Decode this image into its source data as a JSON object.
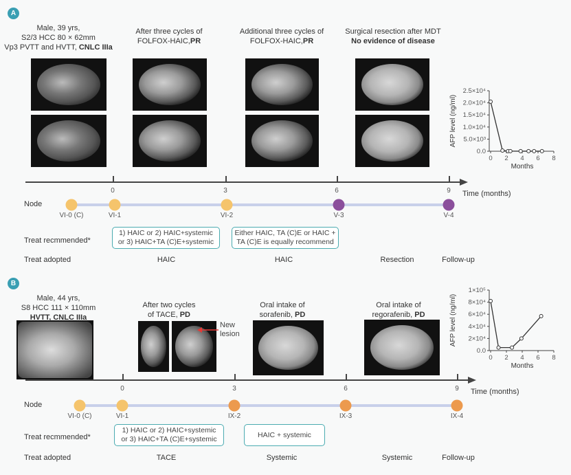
{
  "panel_a": {
    "badge": "A",
    "headers": [
      {
        "lines": [
          "Male, 39 yrs,",
          "S2/3 HCC 80 × 62mm"
        ],
        "last_plain": "Vp3 PVTT and HVTT, ",
        "last_bold": "CNLC IIIa"
      },
      {
        "lines": [
          "After three cycles of"
        ],
        "last_plain": "FOLFOX-HAIC,",
        "last_bold": "PR"
      },
      {
        "lines": [
          "Additional three cycles of"
        ],
        "last_plain": "FOLFOX-HAIC,",
        "last_bold": "PR"
      },
      {
        "lines": [
          "Surgical resection after MDT"
        ],
        "last_plain": "",
        "last_bold": "No evidence of disease"
      }
    ],
    "ticks": [
      "0",
      "3",
      "6",
      "9"
    ],
    "time_label": "Time (months)",
    "node_label": "Node",
    "nodes": [
      {
        "label": "VI-0 (C)",
        "color": "#f5c46c"
      },
      {
        "label": "VI-1",
        "color": "#f5c46c"
      },
      {
        "label": "VI-2",
        "color": "#f5c46c"
      },
      {
        "label": "V-3",
        "color": "#8b4f9c"
      },
      {
        "label": "V-4",
        "color": "#8b4f9c"
      }
    ],
    "recommended_label": "Treat recmmended*",
    "recommended": [
      [
        "1) HAIC or 2) HAIC+systemic",
        "or 3) HAIC+TA (C)E+systemic"
      ],
      [
        "Either HAIC, TA (C)E or HAIC +",
        "TA (C)E is equally recommend"
      ]
    ],
    "adopted_label": "Treat adopted",
    "adopted": [
      "HAIC",
      "HAIC",
      "Resection",
      "Follow-up"
    ]
  },
  "panel_b": {
    "badge": "B",
    "headers": [
      {
        "lines": [
          "Male, 44 yrs,",
          "S8 HCC 111 × 110mm"
        ],
        "last_plain": "",
        "last_bold": "HVTT, CNLC IIIa"
      },
      {
        "lines": [
          "After two cycles"
        ],
        "last_plain": "of TACE, ",
        "last_bold": "PD"
      },
      {
        "lines": [
          "Oral intake of"
        ],
        "last_plain": "sorafenib, ",
        "last_bold": "PD"
      },
      {
        "lines": [
          "Oral intake of"
        ],
        "last_plain": "regorafenib, ",
        "last_bold": "PD"
      }
    ],
    "annotation": [
      "New",
      "lesion"
    ],
    "ticks": [
      "0",
      "3",
      "6",
      "9"
    ],
    "time_label": "Time (months)",
    "node_label": "Node",
    "nodes": [
      {
        "label": "VI-0 (C)",
        "color": "#f5c46c"
      },
      {
        "label": "VI-1",
        "color": "#f5c46c"
      },
      {
        "label": "IX-2",
        "color": "#ec9a4e"
      },
      {
        "label": "IX-3",
        "color": "#ec9a4e"
      },
      {
        "label": "IX-4",
        "color": "#ec9a4e"
      }
    ],
    "recommended_label": "Treat recmmended*",
    "recommended": [
      [
        "1) HAIC or 2) HAIC+systemic",
        "or 3) HAIC+TA (C)E+systemic"
      ],
      [
        "HAIC + systemic"
      ]
    ],
    "adopted_label": "Treat adopted",
    "adopted": [
      "TACE",
      "Systemic",
      "Systemic",
      "Follow-up"
    ]
  },
  "chart_data": [
    {
      "type": "line",
      "title": "",
      "xlabel": "Months",
      "ylabel": "AFP level (ng/ml)",
      "xlim": [
        0,
        8
      ],
      "ylim": [
        0,
        25000
      ],
      "xticks": [
        "0",
        "2",
        "4",
        "6",
        "8"
      ],
      "yticks": [
        "0.0",
        "5.0×10³",
        "1.0×10⁴",
        "1.5×10⁴",
        "2.0×10⁴",
        "2.5×10⁴"
      ],
      "ytick_values": [
        0,
        5000,
        10000,
        15000,
        20000,
        25000
      ],
      "x": [
        0,
        1.5,
        2.2,
        2.5,
        3.8,
        4.8,
        5.5,
        6.5
      ],
      "y": [
        20500,
        300,
        50,
        30,
        20,
        20,
        20,
        20
      ]
    },
    {
      "type": "line",
      "title": "",
      "xlabel": "Months",
      "ylabel": "AFP level (ng/ml)",
      "xlim": [
        0,
        8
      ],
      "ylim": [
        0,
        100000
      ],
      "xticks": [
        "0",
        "2",
        "4",
        "6",
        "8"
      ],
      "yticks": [
        "0.0",
        "2×10⁴",
        "4×10⁴",
        "6×10⁴",
        "8×10⁴",
        "1×10⁵"
      ],
      "ytick_values": [
        0,
        20000,
        40000,
        60000,
        80000,
        100000
      ],
      "x": [
        0,
        1.0,
        2.7,
        3.9,
        6.4
      ],
      "y": [
        82000,
        5000,
        5000,
        20000,
        57000
      ]
    }
  ]
}
